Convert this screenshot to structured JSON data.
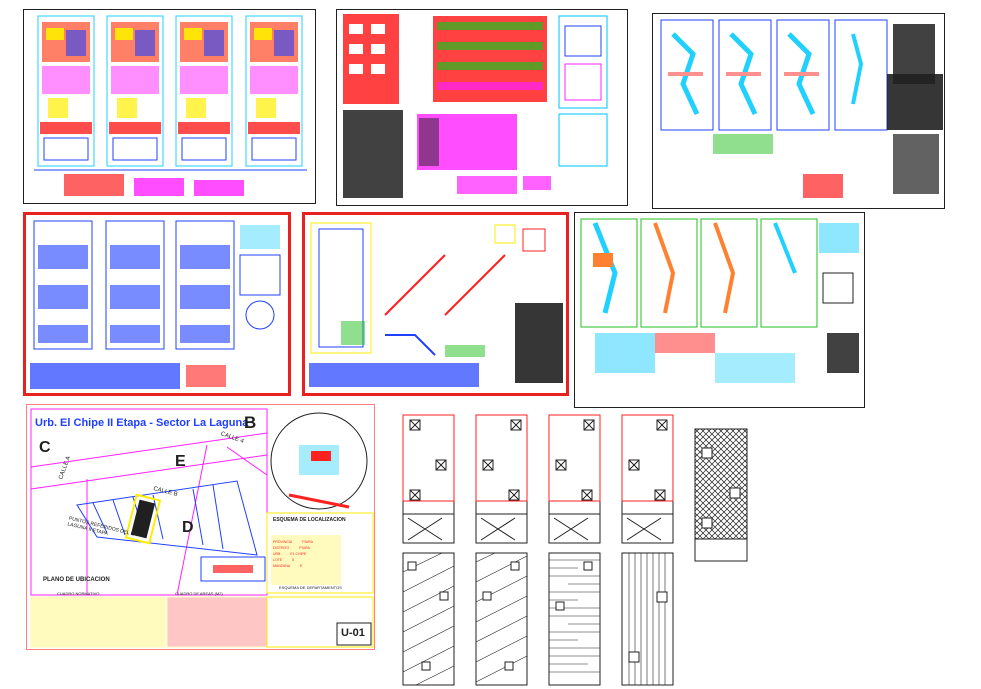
{
  "ubicacion_sheet": {
    "header": "Urb. El Chipe II Etapa - Sector La Laguna",
    "lots": {
      "b": "B",
      "c": "C",
      "e": "E",
      "d": "D"
    },
    "street_a": "CALLE A",
    "street_b": "CALLE B",
    "street_4": "CALLE 4",
    "lot_caption": "PUNTOS REFERIDOS DEL LA LAGUNA II ETAPA",
    "plano_title": "PLANO DE UBICACION",
    "esquema_localizacion": "ESQUEMA DE LOCALIZACION",
    "table_label_1": "CUADRO NORMATIVO",
    "table_label_2": "CUADRO DE AREAS (M2)",
    "sheet_code": "U-01",
    "data_rows": [
      {
        "k": "PROVINCIA",
        "v": "PIURA"
      },
      {
        "k": "DISTRITO",
        "v": "PIURA"
      },
      {
        "k": "URB",
        "v": "EL CHIPE"
      },
      {
        "k": "LOTE",
        "v": "5"
      },
      {
        "k": "MANZANA",
        "v": "E"
      }
    ],
    "esquema_depto": "ESQUEMA DE DEPARTAMENTOS"
  },
  "colors": {
    "cad_red": "#ff2020",
    "cad_blue": "#2040ff",
    "cad_magenta": "#ff20ff",
    "cad_cyan": "#20d0ff",
    "cad_yellow": "#ffee00",
    "cad_green": "#20c020",
    "sheet_border": "#202020",
    "highlight_border": "#e82020"
  }
}
